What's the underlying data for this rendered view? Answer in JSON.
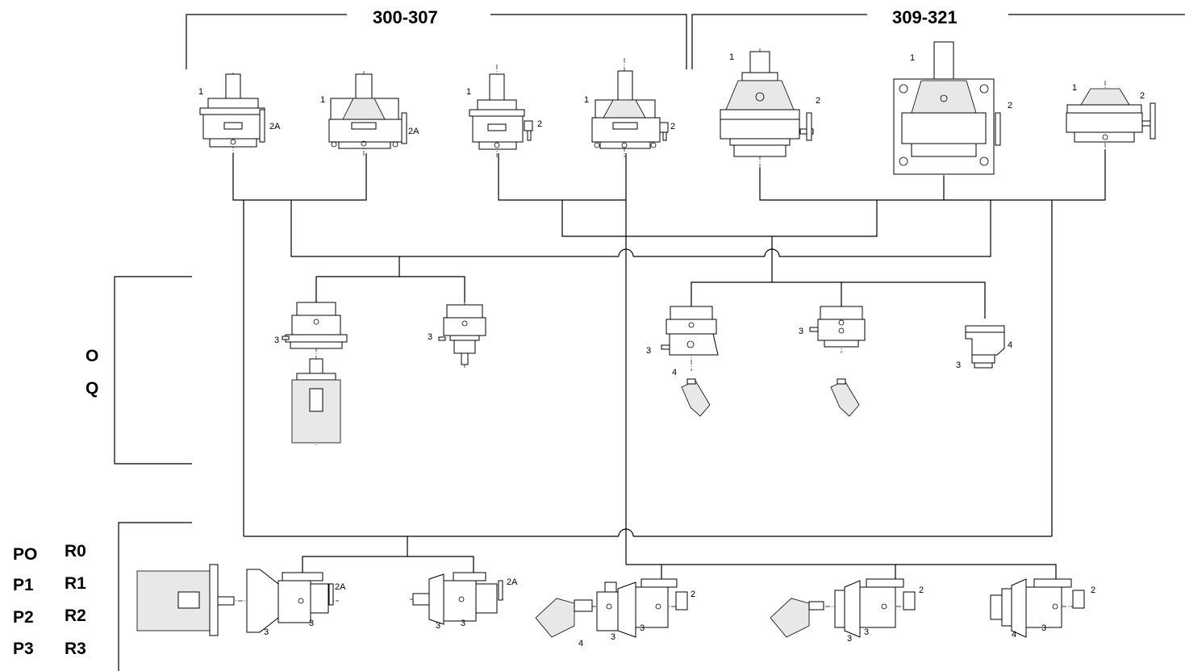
{
  "diagram": {
    "group_labels": {
      "left": "300-307",
      "right": "309-321"
    },
    "side_labels": {
      "middle": [
        "O",
        "Q"
      ],
      "bottom_left": [
        "PO",
        "P1",
        "P2",
        "P3"
      ],
      "bottom_right": [
        "R0",
        "R1",
        "R2",
        "R3"
      ]
    },
    "callouts": {
      "c1": "1",
      "c2": "2",
      "c2a": "2A",
      "c3": "3",
      "c4": "4"
    }
  }
}
